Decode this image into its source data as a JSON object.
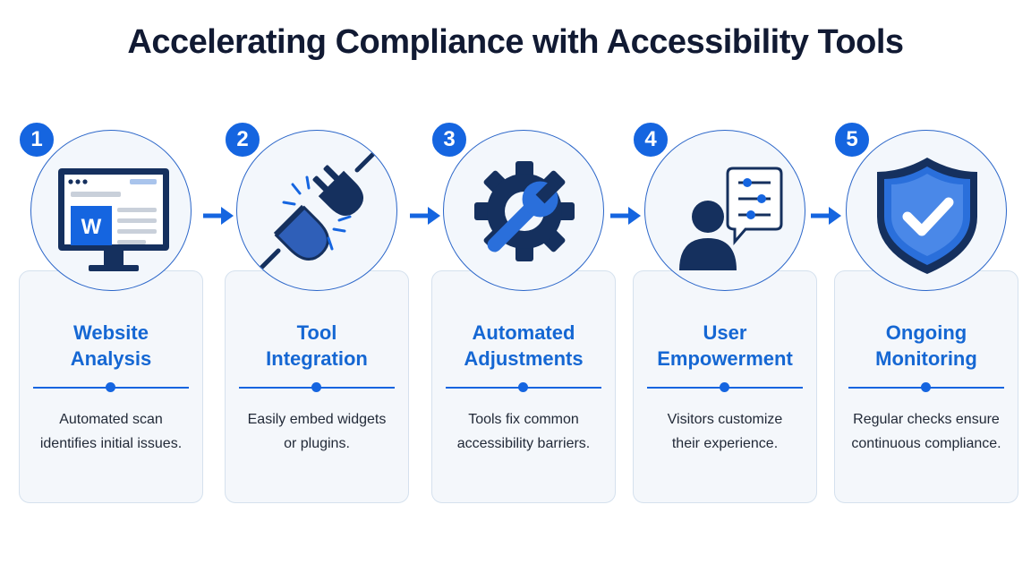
{
  "title": "Accelerating Compliance with Accessibility Tools",
  "colors": {
    "accent": "#1565e0",
    "heading": "#1567d3",
    "navy": "#15305e",
    "card_bg": "#f4f7fb"
  },
  "steps": [
    {
      "number": "1",
      "title_line1": "Website",
      "title_line2": "Analysis",
      "desc_line1": "Automated scan",
      "desc_line2": "identifies initial issues.",
      "icon": "monitor-document-icon",
      "icon_letter": "W"
    },
    {
      "number": "2",
      "title_line1": "Tool",
      "title_line2": "Integration",
      "desc_line1": "Easily embed widgets",
      "desc_line2": "or plugins.",
      "icon": "plug-connect-icon"
    },
    {
      "number": "3",
      "title_line1": "Automated",
      "title_line2": "Adjustments",
      "desc_line1": "Tools fix common",
      "desc_line2": "accessibility barriers.",
      "icon": "gear-wrench-icon"
    },
    {
      "number": "4",
      "title_line1": "User",
      "title_line2": "Empowerment",
      "desc_line1": "Visitors customize",
      "desc_line2": "their experience.",
      "icon": "user-settings-icon"
    },
    {
      "number": "5",
      "title_line1": "Ongoing",
      "title_line2": "Monitoring",
      "desc_line1": "Regular checks ensure",
      "desc_line2": "continuous compliance.",
      "icon": "shield-check-icon"
    }
  ],
  "connectors": [
    "arrow-right-icon",
    "arrow-right-icon",
    "arrow-right-icon",
    "arrow-right-icon"
  ]
}
